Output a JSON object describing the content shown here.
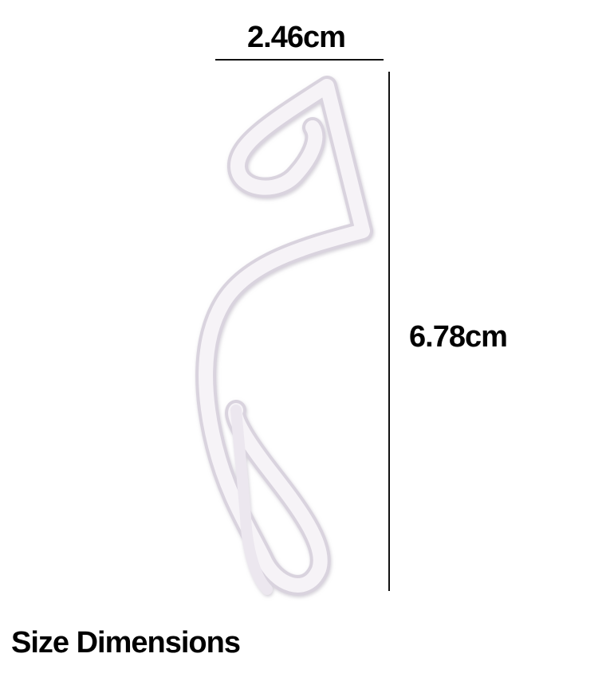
{
  "dimensions": {
    "width_label": "2.46cm",
    "height_label": "6.78cm"
  },
  "caption": "Size Dimensions",
  "product": {
    "icon": "curtain-hook-icon",
    "color": "#f4f1f5"
  },
  "colors": {
    "text": "#000000",
    "background": "#ffffff",
    "dimension_line": "#111111"
  }
}
